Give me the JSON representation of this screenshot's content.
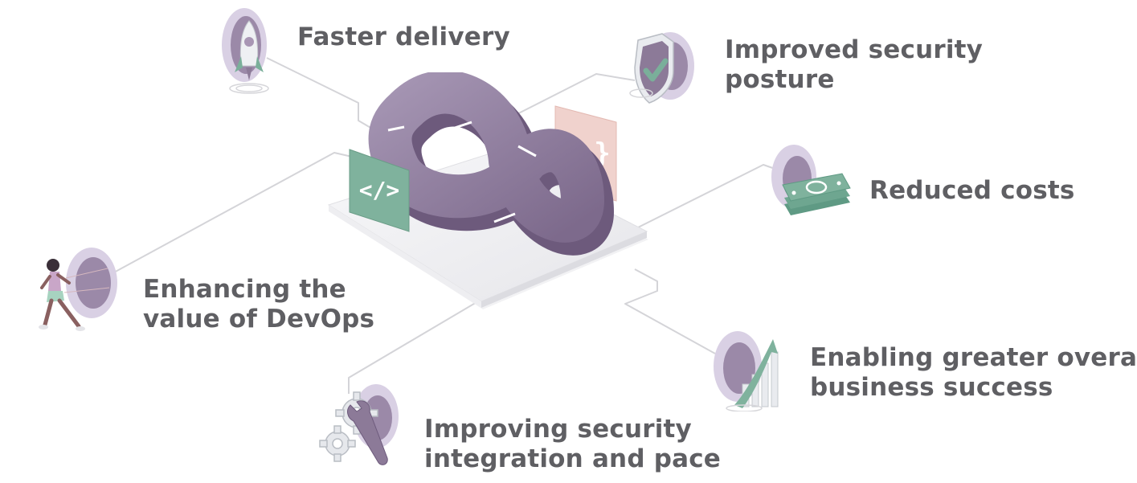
{
  "benefits": {
    "faster_delivery": {
      "lines": [
        "Faster delivery"
      ]
    },
    "security_posture": {
      "lines": [
        "Improved security",
        "posture"
      ]
    },
    "reduced_costs": {
      "lines": [
        "Reduced costs"
      ]
    },
    "devops_value": {
      "lines": [
        "Enhancing the",
        "value of DevOps"
      ]
    },
    "business_success": {
      "lines": [
        "Enabling greater overall",
        "business success"
      ]
    },
    "security_integration": {
      "lines": [
        "Improving security",
        "integration and pace"
      ]
    }
  },
  "center": {
    "code_card_glyph": "</>",
    "braces_card_glyph": "{ }"
  },
  "icons": {
    "faster_delivery": "rocket-icon",
    "security_posture": "shield-check-icon",
    "reduced_costs": "money-stack-icon",
    "devops_value": "runner-icon",
    "business_success": "growth-chart-icon",
    "security_integration": "gear-wrench-icon"
  },
  "colors": {
    "text": "#5f5f63",
    "purple": "#8c7a98",
    "lavender": "#d9d0e4",
    "teal": "#7aaf9a",
    "pink": "#efcfca",
    "line": "#cfcfd3"
  }
}
